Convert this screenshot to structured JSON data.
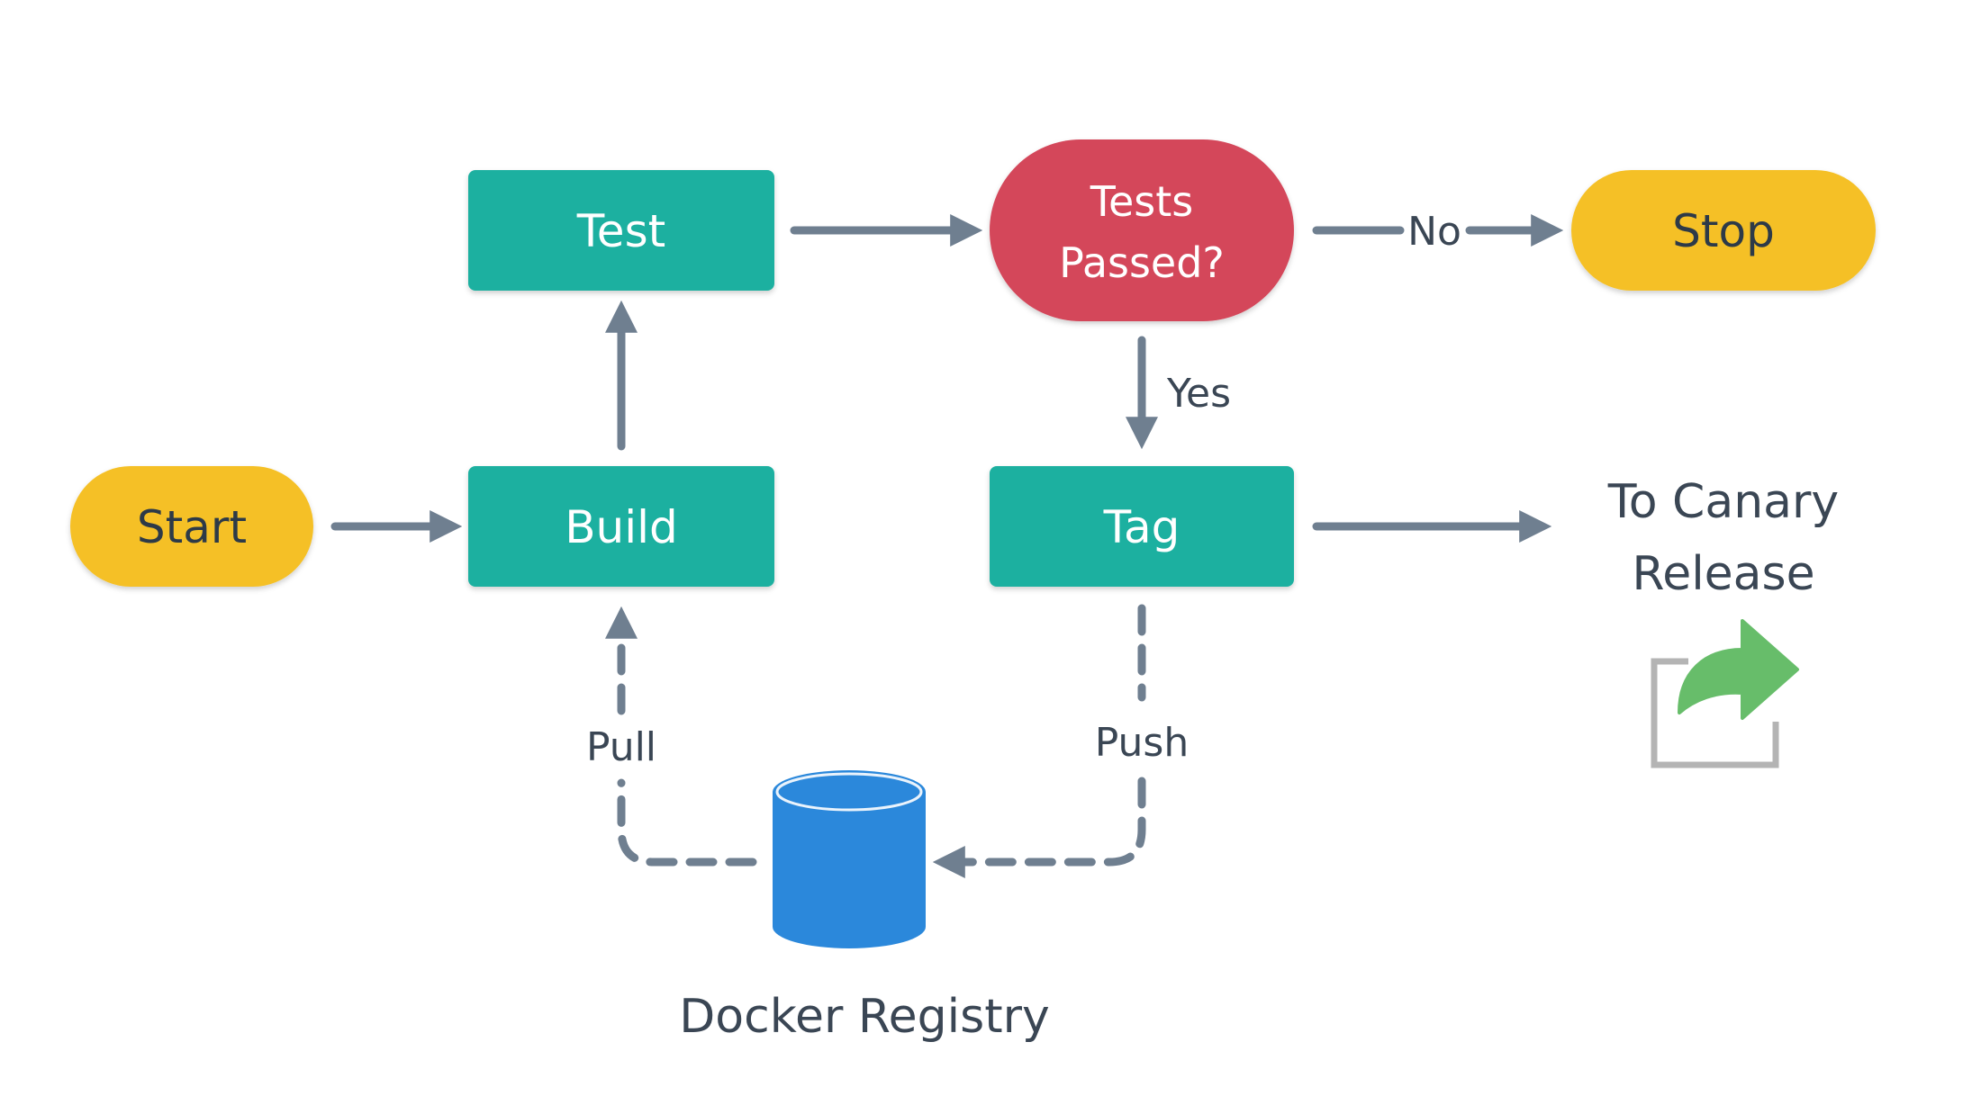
{
  "colors": {
    "process": "#1db0a0",
    "decision": "#d4475a",
    "terminal": "#f5c026",
    "arrow": "#6f7f90",
    "registry": "#2b88db",
    "registry_top": "#4fa3ec",
    "share_arrow": "#67bd6a",
    "share_frame": "#b4b4b4",
    "label": "#3a4654"
  },
  "nodes": {
    "start": "Start",
    "build": "Build",
    "test": "Test",
    "decision_line1": "Tests",
    "decision_line2": "Passed?",
    "stop": "Stop",
    "tag": "Tag",
    "canary_line1": "To Canary",
    "canary_line2": "Release",
    "registry": "Docker Registry"
  },
  "edges": {
    "no": "No",
    "yes": "Yes",
    "push": "Push",
    "pull": "Pull"
  },
  "icons": {
    "registry": "database-cylinder-icon",
    "canary": "share-arrow-icon"
  }
}
